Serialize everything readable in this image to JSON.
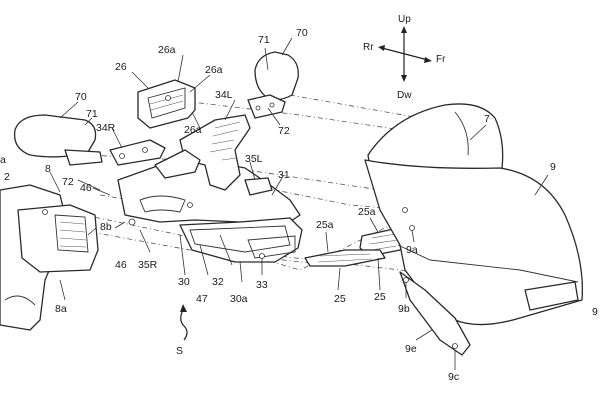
{
  "direction": {
    "up": "Up",
    "down": "Dw",
    "rear": "Rr",
    "front": "Fr"
  },
  "labels": {
    "l2": "2",
    "la": "a",
    "l8": "8",
    "l8a": "8a",
    "l8b": "8b",
    "l46a": "46",
    "l46b": "46",
    "l72a": "72",
    "l70a": "70",
    "l71a": "71",
    "l34R": "34R",
    "l26": "26",
    "l26a1": "26a",
    "l26a2": "26a",
    "l26a3": "26a",
    "l34L": "34L",
    "l71b": "71",
    "l70b": "70",
    "l72b": "72",
    "l35L": "35L",
    "l35R": "35R",
    "l31": "31",
    "l30": "30",
    "l47": "47",
    "l32": "32",
    "l30a": "30a",
    "l33": "33",
    "l25a1": "25a",
    "l25a2": "25a",
    "l25a": "25",
    "l25b": "25",
    "l7": "7",
    "l9": "9",
    "l9a": "9a",
    "l9b": "9b",
    "l9e": "9e",
    "l9c": "9c",
    "l9r": "9",
    "lS": "S"
  }
}
